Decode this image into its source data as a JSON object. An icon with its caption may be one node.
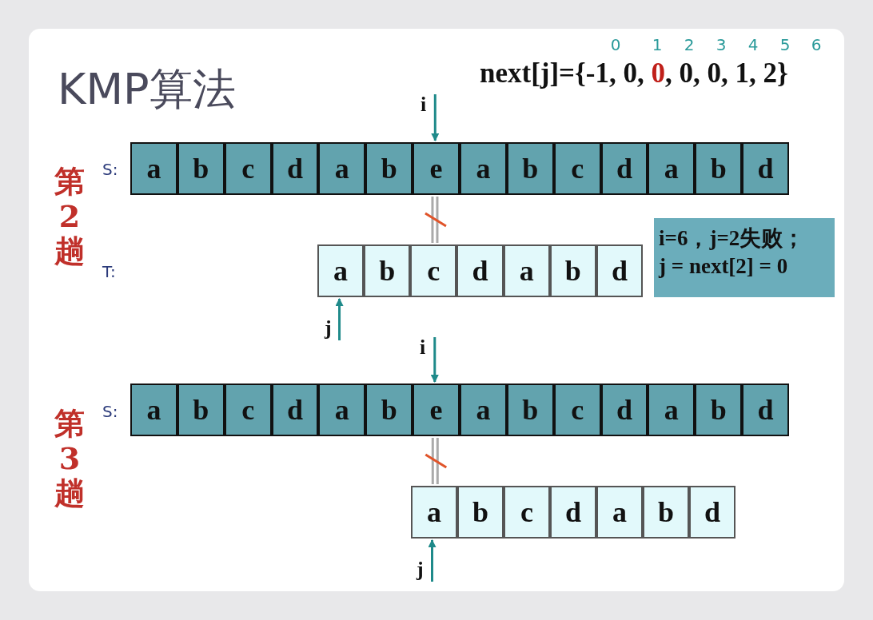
{
  "diagram": {
    "title": "KMP算法",
    "nodes": [
      {
        "text": [
          "i"
        ]
      },
      {
        "text": [
          "a"
        ]
      },
      {
        "text": [
          "b"
        ]
      },
      {
        "text": [
          "c"
        ]
      },
      {
        "text": [
          "d"
        ]
      },
      {
        "text": [
          "a"
        ]
      },
      {
        "text": [
          "b"
        ]
      },
      {
        "text": [
          "e"
        ]
      },
      {
        "text": [
          "a"
        ]
      },
      {
        "text": [
          "b"
        ]
      },
      {
        "text": [
          "c"
        ]
      },
      {
        "text": [
          "d"
        ]
      },
      {
        "text": [
          "a"
        ]
      },
      {
        "text": [
          "b"
        ]
      },
      {
        "text": [
          "d"
        ]
      },
      {
        "text": [
          "a"
        ]
      },
      {
        "text": [
          "b"
        ]
      },
      {
        "text": [
          "c"
        ]
      },
      {
        "text": [
          "d"
        ]
      },
      {
        "text": [
          "a"
        ]
      },
      {
        "text": [
          "b"
        ]
      },
      {
        "text": [
          "d"
        ]
      },
      {
        "text": [
          "i=6，j=2失败；",
          "j = next[2] = 0"
        ]
      },
      {
        "text": [
          "j"
        ]
      },
      {
        "text": [
          "i"
        ]
      },
      {
        "text": [
          "a"
        ]
      },
      {
        "text": [
          "b"
        ]
      },
      {
        "text": [
          "c"
        ]
      },
      {
        "text": [
          "d"
        ]
      },
      {
        "text": [
          "a"
        ]
      },
      {
        "text": [
          "b"
        ]
      },
      {
        "text": [
          "e"
        ]
      },
      {
        "text": [
          "a"
        ]
      },
      {
        "text": [
          "b"
        ]
      },
      {
        "text": [
          "c"
        ]
      },
      {
        "text": [
          "d"
        ]
      },
      {
        "text": [
          "a"
        ]
      },
      {
        "text": [
          "b"
        ]
      },
      {
        "text": [
          "d"
        ]
      },
      {
        "text": [
          "a"
        ]
      },
      {
        "text": [
          "b"
        ]
      },
      {
        "text": [
          "c"
        ]
      },
      {
        "text": [
          "d"
        ]
      },
      {
        "text": [
          "a"
        ]
      },
      {
        "text": [
          "b"
        ]
      },
      {
        "text": [
          "d"
        ]
      },
      {
        "text": [
          "j"
        ]
      }
    ],
    "edges": [
      {
        "from": 0,
        "to": 7,
        "arrow": "to"
      },
      {
        "from": 7,
        "to": 17,
        "arrow": "none",
        "color": "#aaaaaa"
      },
      {
        "from": 23,
        "to": 15,
        "arrow": "to"
      },
      {
        "from": 24,
        "to": 31,
        "arrow": "to"
      },
      {
        "from": 31,
        "to": 39,
        "arrow": "none",
        "color": "#aaaaaa"
      },
      {
        "from": 46,
        "to": 39,
        "arrow": "to"
      }
    ],
    "labels": [
      "0",
      "1",
      "2",
      "3",
      "4",
      "5",
      "6",
      "next[j]={-1, 0, ",
      "0",
      ", 0, 0, 1, 2}",
      "第2趟",
      "S:",
      "T:",
      "S:",
      "第3趟"
    ]
  }
}
